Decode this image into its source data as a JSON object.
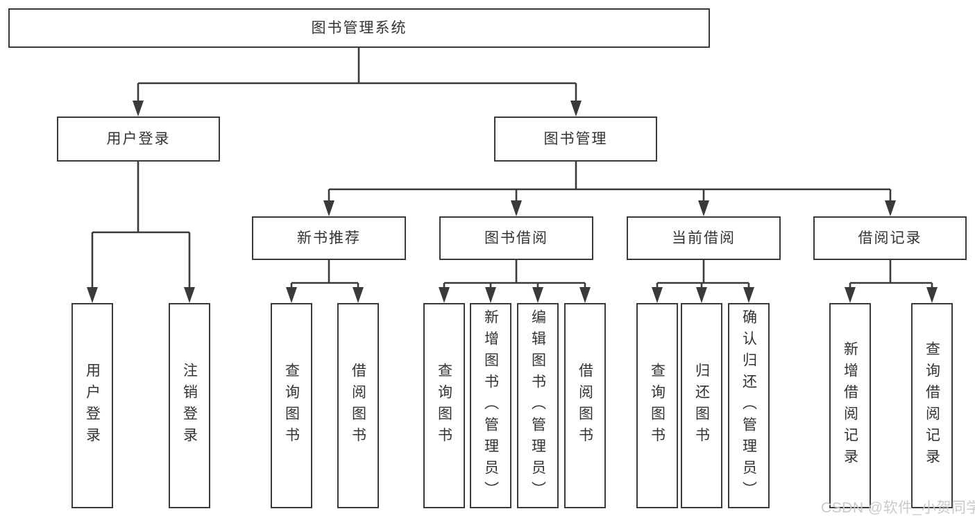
{
  "diagram": {
    "root": "图书管理系统",
    "branches": {
      "user_login": {
        "label": "用户登录",
        "children": {
          "user_login_leaf": "用户登录",
          "logout": "注销登录"
        }
      },
      "book_mgmt": {
        "label": "图书管理",
        "children": {
          "new_book_rec": {
            "label": "新书推荐",
            "children": {
              "query_book": "查询图书",
              "borrow_book": "借阅图书"
            }
          },
          "book_borrow": {
            "label": "图书借阅",
            "children": {
              "query_book": "查询图书",
              "add_book": "新增图书（管理员）",
              "edit_book": "编辑图书（管理员）",
              "borrow_book": "借阅图书"
            }
          },
          "current_borrow": {
            "label": "当前借阅",
            "children": {
              "query_book": "查询图书",
              "return_book": "归还图书",
              "confirm_return": "确认归还（管理员）"
            }
          },
          "borrow_record": {
            "label": "借阅记录",
            "children": {
              "add_record": "新增借阅记录",
              "query_record": "查询借阅记录"
            }
          }
        }
      }
    }
  },
  "watermark": {
    "text": "CSDN @软件_小贺同学",
    "color": "#c9c9c9"
  },
  "colors": {
    "line": "#3a3a3a",
    "box_border": "#3a3a3a",
    "text": "#333333",
    "background": "#ffffff"
  }
}
